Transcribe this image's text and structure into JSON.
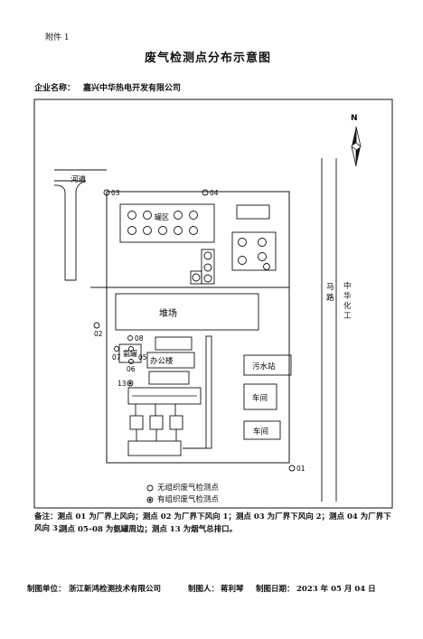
{
  "header": {
    "attachment_label": "附件 1",
    "title": "废气检测点分布示意图",
    "company_label": "企业名称：",
    "company_name": "嘉兴中华热电开发有限公司"
  },
  "map": {
    "north_label": "N",
    "river_label": "河道",
    "road_label": "马路",
    "neighbor_label": "中华化工",
    "tank_area_label": "罐区",
    "yard_label": "堆场",
    "ammonia_tank_label": "氨罐",
    "office_label": "办公楼",
    "sewage_label": "污水站",
    "workshop1_label": "车间",
    "workshop2_label": "车间"
  },
  "points": {
    "p01": "01",
    "p02": "02",
    "p03": "03",
    "p04": "04",
    "p05": "05",
    "p06": "06",
    "p07": "07",
    "p08": "08",
    "p13": "13"
  },
  "legend": {
    "unorganized": "无组织废气检测点",
    "organized": "有组织废气检测点"
  },
  "note": {
    "line1": "备注：测点 01 为厂界上风向；测点 02 为厂界下风向 1；测点 03 为厂界下风向 2；测点 04 为厂界下风向 3；",
    "line2": "测点 05–08 为氨罐周边；测点 13 为烟气总排口。"
  },
  "footer": {
    "maker_unit_label": "制图单位：",
    "maker_unit": "浙江新鸿检测技术有限公司",
    "maker_person_label": "制图人：",
    "maker_person": "蒋利琴",
    "date_label": "制图日期：",
    "date": "2023 年 05 月 04 日"
  }
}
